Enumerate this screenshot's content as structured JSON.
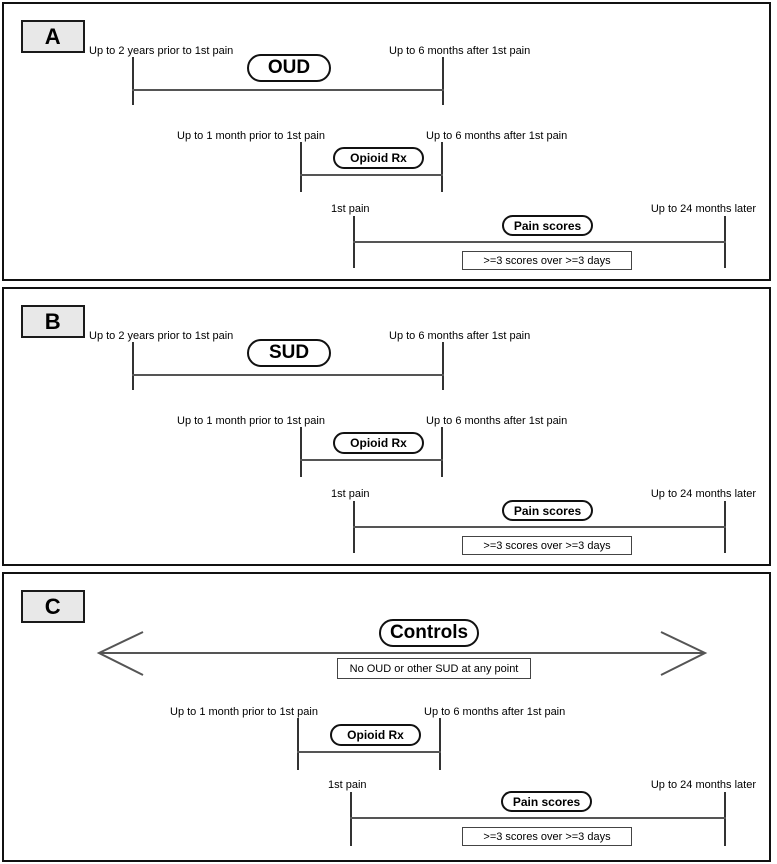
{
  "figure": {
    "type": "study-design-timeline-diagram",
    "panel_count": 3
  },
  "labels": {
    "two_years_prior": "Up to 2 years prior to 1st pain",
    "six_months_after": "Up to 6 months after 1st pain",
    "one_month_prior": "Up to 1 month prior to 1st pain",
    "first_pain": "1st pain",
    "twentyfour_months_later": "Up to 24 months later",
    "scores_note": ">=3 scores over >=3 days",
    "no_oud_note": "No OUD or other SUD at any point",
    "opioid_rx": "Opioid Rx",
    "pain_scores": "Pain scores"
  },
  "panels": [
    {
      "tag": "A",
      "exposure_pill": "OUD",
      "exposure_start_label": "Up to 2 years prior to 1st pain",
      "exposure_end_label": "Up to 6 months after 1st pain",
      "opioid_pill": "Opioid Rx",
      "opioid_start_label": "Up to 1 month prior to 1st pain",
      "opioid_end_label": "Up to 6 months after 1st pain",
      "pain_pill": "Pain scores",
      "pain_start_label": "1st pain",
      "pain_end_label": "Up to 24 months later",
      "pain_note": ">=3 scores over >=3 days"
    },
    {
      "tag": "B",
      "exposure_pill": "SUD",
      "exposure_start_label": "Up to 2 years prior to 1st pain",
      "exposure_end_label": "Up to 6 months after 1st pain",
      "opioid_pill": "Opioid Rx",
      "opioid_start_label": "Up to 1 month prior to 1st pain",
      "opioid_end_label": "Up to 6 months after 1st pain",
      "pain_pill": "Pain scores",
      "pain_start_label": "1st pain",
      "pain_end_label": "Up to 24 months later",
      "pain_note": ">=3 scores over >=3 days"
    },
    {
      "tag": "C",
      "exposure_pill": "Controls",
      "exposure_note": "No OUD or other SUD at any point",
      "opioid_pill": "Opioid Rx",
      "opioid_start_label": "Up to 1 month prior to 1st pain",
      "opioid_end_label": "Up to 6 months after 1st pain",
      "pain_pill": "Pain scores",
      "pain_start_label": "1st pain",
      "pain_end_label": "Up to 24 months later",
      "pain_note": ">=3 scores over >=3 days"
    }
  ],
  "colors": {
    "tag_fill": "#e8e8e8",
    "border": "#111111",
    "line": "#555555",
    "background": "#ffffff"
  }
}
